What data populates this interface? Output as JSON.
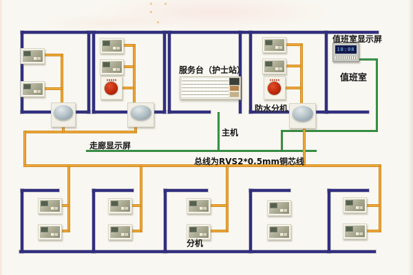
{
  "labels": {
    "duty_display": "值班室显示屏",
    "duty_room": "值班室",
    "service_desk": "服务台（护士站）",
    "waterproof_extension": "防水分机",
    "host": "主机",
    "corridor_display": "走廊显示屏",
    "bus_spec": "总线为RVS2*0.5mm铜芯线",
    "extension": "分机"
  },
  "duty_display_unit": {
    "reading": "18:08"
  },
  "colors": {
    "wall": "#312f7e",
    "call_wire": "#efa83b",
    "host_wire": "#3fa44c",
    "alarm_button": "#c02808"
  }
}
